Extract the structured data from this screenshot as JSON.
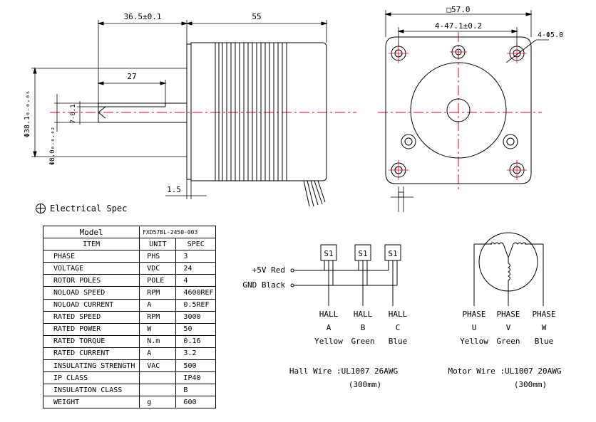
{
  "drawing": {
    "side_view": {
      "dim_shaft_length": "36.5±0.1",
      "dim_body_length": "55",
      "dim_flat_length": "27",
      "dim_flange_thickness": "1.5",
      "dim_pilot_dia": "Φ38.1₀₋₀.₀₅",
      "dim_shaft_dia": "Φ8.0₀₋₀.₀₂",
      "dim_flat_depth": "7-0.1"
    },
    "front_view": {
      "dim_square": "□57.0",
      "dim_hole_spacing": "4-47.1±0.2",
      "dim_hole_dia": "4-Φ5.0"
    }
  },
  "spec": {
    "title": "Electrical Spec",
    "model_label": "Model",
    "model_value": "FXD57BL-2450-003",
    "header": [
      "ITEM",
      "UNIT",
      "SPEC"
    ],
    "rows": [
      [
        "PHASE",
        "PHS",
        "3"
      ],
      [
        "VOLTAGE",
        "VDC",
        "24"
      ],
      [
        "ROTOR POLES",
        "POLE",
        "4"
      ],
      [
        "NOLOAD SPEED",
        "RPM",
        "4600REF"
      ],
      [
        "NOLOAD CURRENT",
        "A",
        "0.5REF"
      ],
      [
        "RATED SPEED",
        "RPM",
        "3000"
      ],
      [
        "RATED POWER",
        "W",
        "50"
      ],
      [
        "RATED TORQUE",
        "N.m",
        "0.16"
      ],
      [
        "RATED CURRENT",
        "A",
        "3.2"
      ],
      [
        "INSULATING STRENGTH",
        "VAC",
        "500"
      ],
      [
        "IP CLASS",
        "",
        "IP40"
      ],
      [
        "INSULATION CLASS",
        "",
        "B"
      ],
      [
        "WEIGHT",
        "g",
        "600"
      ]
    ]
  },
  "hall": {
    "sensor_label": "S1",
    "vcc_label": "+5V Red",
    "gnd_label": "GND Black",
    "sensors": [
      {
        "name": "HALL",
        "letter": "A",
        "color": "Yellow"
      },
      {
        "name": "HALL",
        "letter": "B",
        "color": "Green"
      },
      {
        "name": "HALL",
        "letter": "C",
        "color": "Blue"
      }
    ],
    "wire_spec": "Hall Wire :UL1007 26AWG",
    "wire_length": "(300mm)"
  },
  "motor": {
    "phases": [
      {
        "name": "PHASE",
        "letter": "U",
        "color": "Yellow"
      },
      {
        "name": "PHASE",
        "letter": "V",
        "color": "Green"
      },
      {
        "name": "PHASE",
        "letter": "W",
        "color": "Blue"
      }
    ],
    "wire_spec": "Motor Wire :UL1007 20AWG",
    "wire_length": "(300mm)"
  },
  "colors": {
    "centerline": "#e0001a",
    "line": "#000000"
  }
}
